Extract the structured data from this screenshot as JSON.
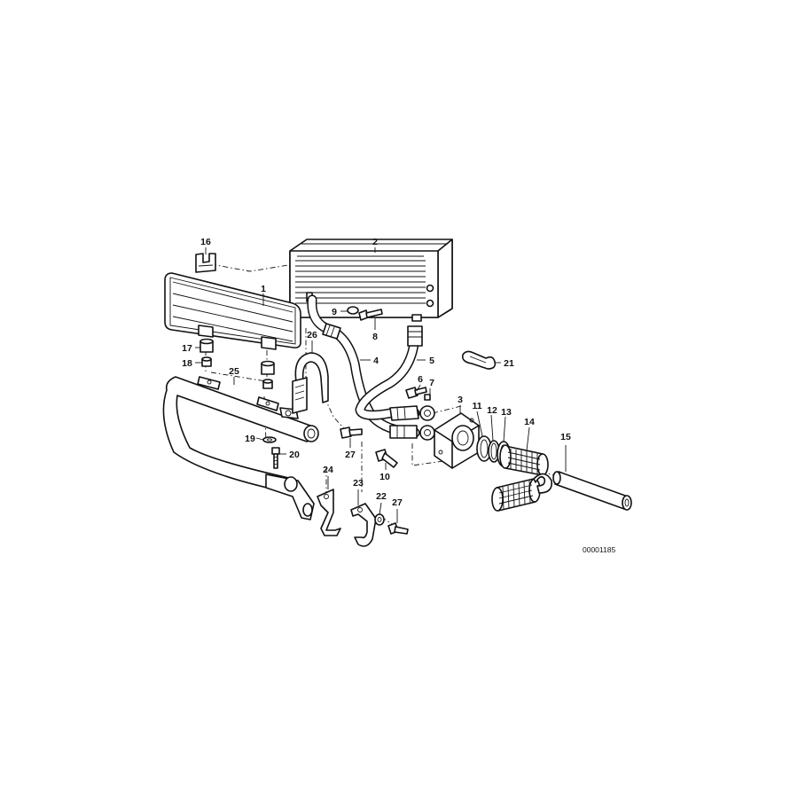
{
  "labels": {
    "l1": "1",
    "l2": "2",
    "l3": "3",
    "l4": "4",
    "l5": "5",
    "l6": "6",
    "l7": "7",
    "l8": "8",
    "l9": "9",
    "l10": "10",
    "l11": "11",
    "l12": "12",
    "l13": "13",
    "l14": "14",
    "l15": "15",
    "l16": "16",
    "l17": "17",
    "l18": "18",
    "l19": "19",
    "l20": "20",
    "l21": "21",
    "l22": "22",
    "l23": "23",
    "l24": "24",
    "l25": "25",
    "l26": "26",
    "l27a": "27",
    "l27b": "27"
  },
  "reference": "00001185"
}
